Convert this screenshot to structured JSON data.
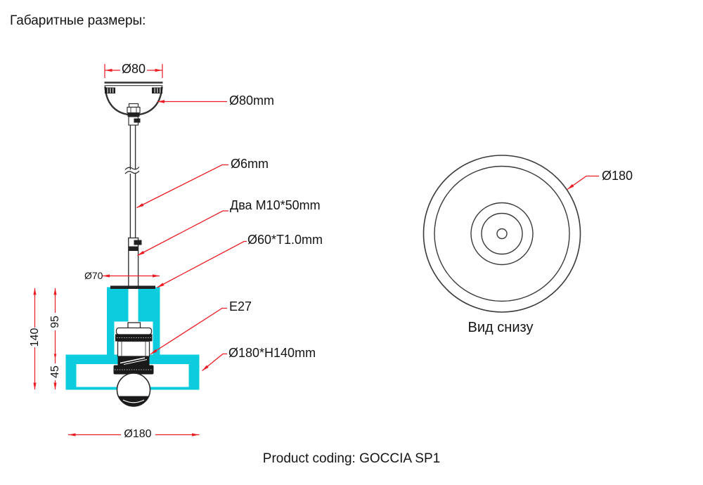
{
  "title": "Габаритные размеры:",
  "footer": "Product coding: GOCCIA SP1",
  "colors": {
    "accent_red": "#ec1c24",
    "body_cyan": "#0cccdd",
    "line_black": "#333333"
  },
  "side_view": {
    "dims": {
      "canopy_diameter": "Ø80",
      "plate_diameter": "Ø70",
      "total_height": "140",
      "upper_height": "95",
      "lower_height": "45",
      "shade_diameter": "Ø180"
    },
    "callouts": {
      "canopy": "Ø80mm",
      "cable": "Ø6mm",
      "screws": "Два M10*50mm",
      "tube": "Ø60*T1.0mm",
      "socket": "E27",
      "shade": "Ø180*H140mm"
    }
  },
  "bottom_view": {
    "diameter": "Ø180",
    "caption": "Вид снизу"
  }
}
